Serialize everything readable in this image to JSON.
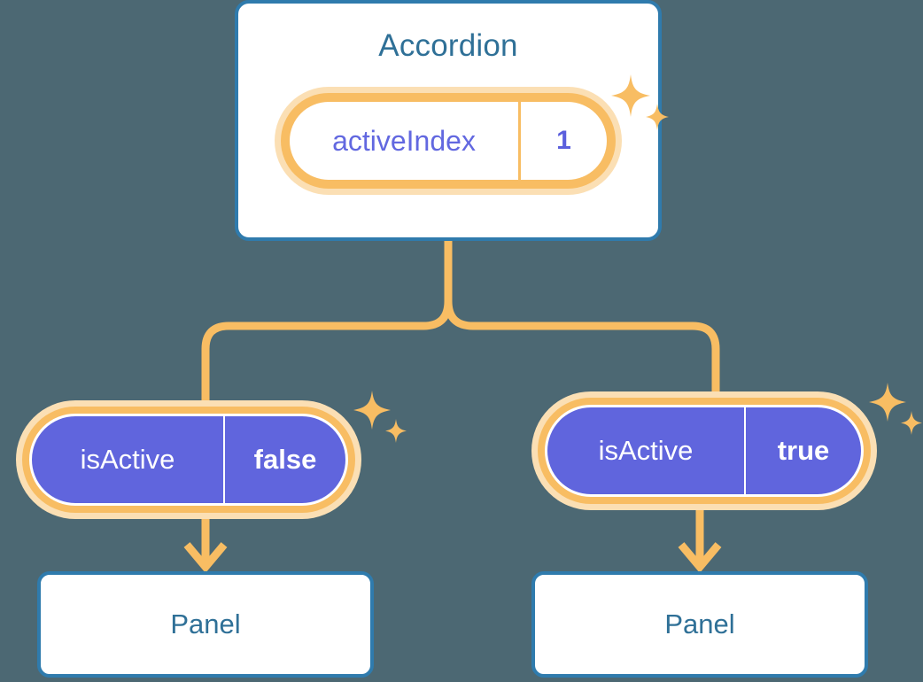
{
  "theme": {
    "background": "#4c6873",
    "card_border": "#2f7bad",
    "card_fill": "#ffffff",
    "title_text": "#2f7097",
    "accent_orange": "#f8bd63",
    "accent_orange_pale": "#fbdfb4",
    "state_purple": "#6065dd",
    "state_purple_text": "#6268e0",
    "value_text_light": "#ffffff"
  },
  "root": {
    "title": "Accordion",
    "state": {
      "key": "activeIndex",
      "value": "1"
    }
  },
  "branches": [
    {
      "id": "left",
      "state": {
        "key": "isActive",
        "value": "false"
      },
      "panel": {
        "title": "Panel"
      }
    },
    {
      "id": "right",
      "state": {
        "key": "isActive",
        "value": "true"
      },
      "panel": {
        "title": "Panel"
      }
    }
  ],
  "icons": {
    "sparkle": "sparkle-icon",
    "arrow_down": "arrow-down-icon"
  }
}
